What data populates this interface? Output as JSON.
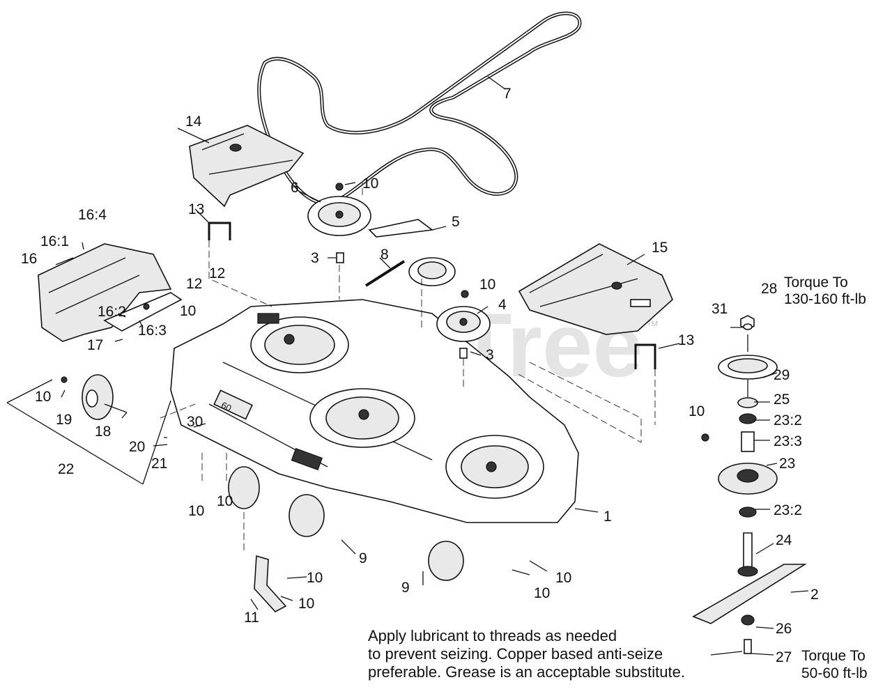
{
  "watermark": {
    "brand": "PartsTree",
    "tm": "TM"
  },
  "callouts": [
    {
      "id": "c1",
      "text": "1"
    },
    {
      "id": "c2",
      "text": "2"
    },
    {
      "id": "c3a",
      "text": "3"
    },
    {
      "id": "c3b",
      "text": "3"
    },
    {
      "id": "c4",
      "text": "4"
    },
    {
      "id": "c5",
      "text": "5"
    },
    {
      "id": "c6",
      "text": "6"
    },
    {
      "id": "c7",
      "text": "7"
    },
    {
      "id": "c8",
      "text": "8"
    },
    {
      "id": "c9a",
      "text": "9"
    },
    {
      "id": "c9b",
      "text": "9"
    },
    {
      "id": "c10a",
      "text": "10"
    },
    {
      "id": "c10b",
      "text": "10"
    },
    {
      "id": "c10c",
      "text": "10"
    },
    {
      "id": "c10d",
      "text": "10"
    },
    {
      "id": "c10e",
      "text": "10"
    },
    {
      "id": "c10f",
      "text": "10"
    },
    {
      "id": "c10g",
      "text": "10"
    },
    {
      "id": "c10h",
      "text": "10"
    },
    {
      "id": "c10i",
      "text": "10"
    },
    {
      "id": "c10j",
      "text": "10"
    },
    {
      "id": "c10k",
      "text": "10"
    },
    {
      "id": "c10l",
      "text": "10"
    },
    {
      "id": "c11",
      "text": "11"
    },
    {
      "id": "c12a",
      "text": "12"
    },
    {
      "id": "c12b",
      "text": "12"
    },
    {
      "id": "c13a",
      "text": "13"
    },
    {
      "id": "c13b",
      "text": "13"
    },
    {
      "id": "c14",
      "text": "14"
    },
    {
      "id": "c15",
      "text": "15"
    },
    {
      "id": "c16",
      "text": "16"
    },
    {
      "id": "c16_1",
      "text": "16:1"
    },
    {
      "id": "c16_2",
      "text": "16:2"
    },
    {
      "id": "c16_3",
      "text": "16:3"
    },
    {
      "id": "c16_4",
      "text": "16:4"
    },
    {
      "id": "c17",
      "text": "17"
    },
    {
      "id": "c18",
      "text": "18"
    },
    {
      "id": "c19",
      "text": "19"
    },
    {
      "id": "c20",
      "text": "20"
    },
    {
      "id": "c21",
      "text": "21"
    },
    {
      "id": "c22",
      "text": "22"
    },
    {
      "id": "c23",
      "text": "23"
    },
    {
      "id": "c23_2a",
      "text": "23:2"
    },
    {
      "id": "c23_3",
      "text": "23:3"
    },
    {
      "id": "c23_2b",
      "text": "23:2"
    },
    {
      "id": "c24",
      "text": "24"
    },
    {
      "id": "c25",
      "text": "25"
    },
    {
      "id": "c26",
      "text": "26"
    },
    {
      "id": "c27",
      "text": "27"
    },
    {
      "id": "c28",
      "text": "28"
    },
    {
      "id": "c29",
      "text": "29"
    },
    {
      "id": "c30",
      "text": "30"
    },
    {
      "id": "c31",
      "text": "31"
    }
  ],
  "notes": {
    "torque_top_line1": "Torque To",
    "torque_top_line2": "130-160 ft-lb",
    "torque_bottom_line1": "Torque To",
    "torque_bottom_line2": "50-60 ft-lb",
    "lubricant_line1": "Apply lubricant to threads as needed",
    "lubricant_line2": "to prevent seizing. Copper based anti-seize",
    "lubricant_line3": "preferable. Grease is an acceptable substitute."
  },
  "deck_badge": "60"
}
